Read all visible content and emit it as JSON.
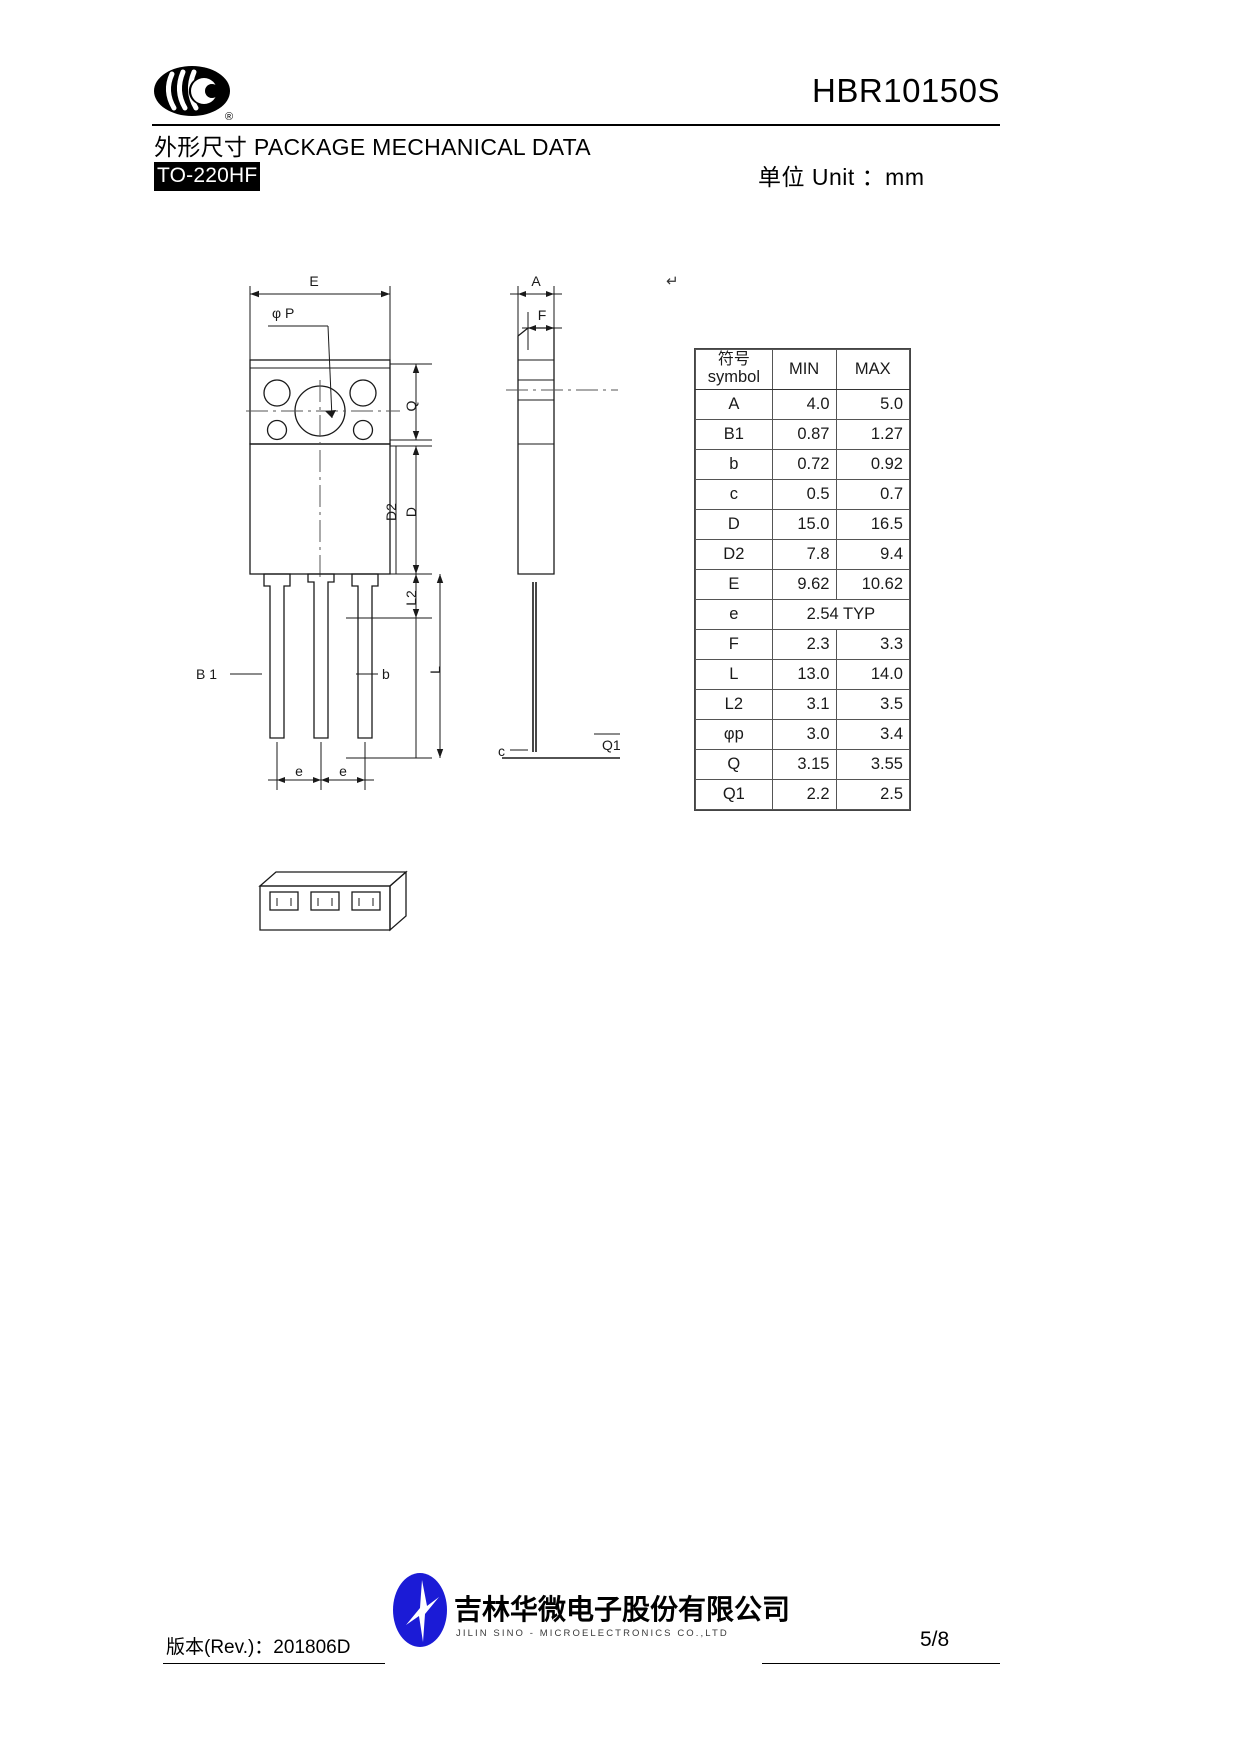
{
  "header": {
    "part_number": "HBR10150S",
    "section_title": "外形尺寸  PACKAGE MECHANICAL DATA",
    "package_name": "TO-220HF",
    "unit_note": "单位 Unit ：mm",
    "logo_icon": "jilin-sino-jjc-logo-icon"
  },
  "drawing": {
    "front_view_labels": {
      "E": "E",
      "phiP": "φP",
      "Q": "Q",
      "D": "D",
      "D2": "D2",
      "L2": "L2",
      "L": "L",
      "B1": "B1",
      "b": "b",
      "e_left": "e",
      "e_right": "e"
    },
    "side_view_labels": {
      "A": "A",
      "F": "F",
      "c": "c",
      "Q1": "Q1"
    },
    "pilcrow": "↵"
  },
  "dim_table": {
    "headers": {
      "symbol_cn": "符号",
      "symbol_en": "symbol",
      "min": "MIN",
      "max": "MAX"
    },
    "rows": [
      {
        "symbol": "A",
        "min": "4.0",
        "max": "5.0",
        "span": false
      },
      {
        "symbol": "B1",
        "min": "0.87",
        "max": "1.27",
        "span": false
      },
      {
        "symbol": "b",
        "min": "0.72",
        "max": "0.92",
        "span": false
      },
      {
        "symbol": "c",
        "min": "0.5",
        "max": "0.7",
        "span": false
      },
      {
        "symbol": "D",
        "min": "15.0",
        "max": "16.5",
        "span": false
      },
      {
        "symbol": "D2",
        "min": "7.8",
        "max": "9.4",
        "span": false
      },
      {
        "symbol": "E",
        "min": "9.62",
        "max": "10.62",
        "span": false
      },
      {
        "symbol": "e",
        "min": "",
        "max": "",
        "span": true,
        "span_value": "2.54 TYP"
      },
      {
        "symbol": "F",
        "min": "2.3",
        "max": "3.3",
        "span": false
      },
      {
        "symbol": "L",
        "min": "13.0",
        "max": "14.0",
        "span": false
      },
      {
        "symbol": "L2",
        "min": "3.1",
        "max": "3.5",
        "span": false
      },
      {
        "symbol": "φp",
        "min": "3.0",
        "max": "3.4",
        "span": false
      },
      {
        "symbol": "Q",
        "min": "3.15",
        "max": "3.55",
        "span": false
      },
      {
        "symbol": "Q1",
        "min": "2.2",
        "max": "2.5",
        "span": false
      }
    ]
  },
  "footer": {
    "revision": "版本(Rev.)：201806D",
    "company_cn": "吉林华微电子股份有限公司",
    "company_en": "JILIN  SINO - MICROELECTRONICS   CO.,LTD",
    "page_number": "5/8",
    "logo_icon": "sino-micro-oval-logo-icon"
  },
  "colors": {
    "logo_blue": "#1b1bd6",
    "text_black": "#000000",
    "table_line": "#555555"
  }
}
